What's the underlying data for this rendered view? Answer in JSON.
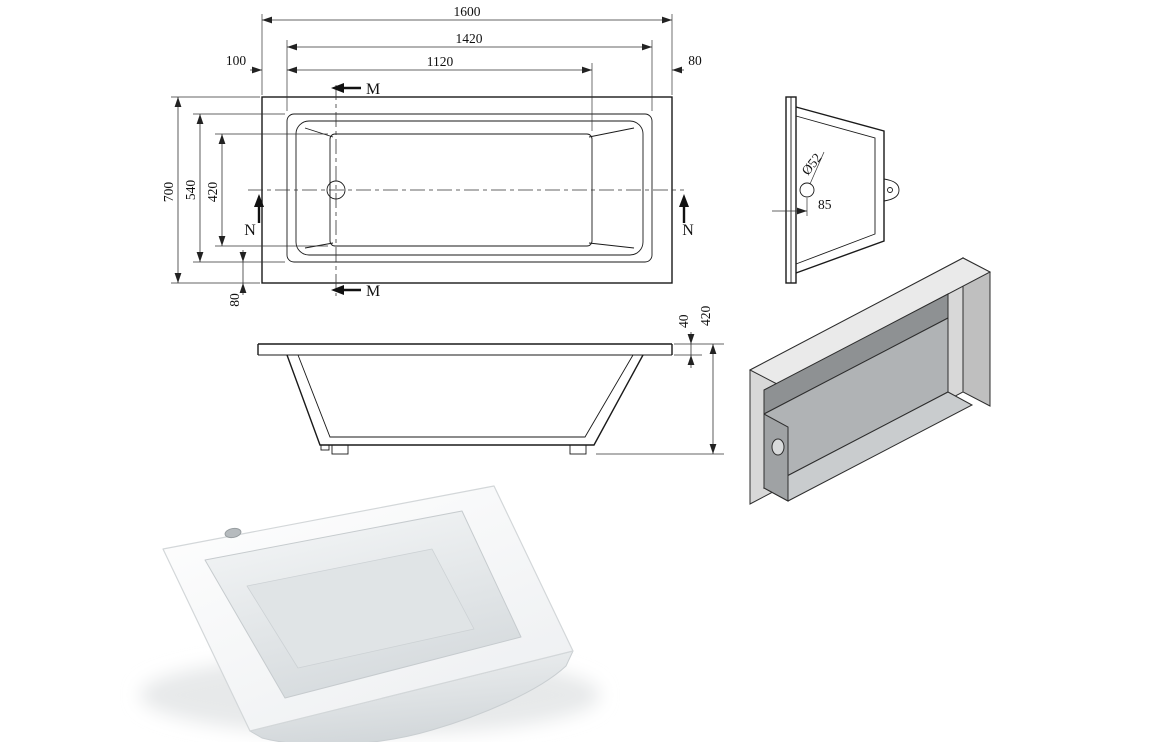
{
  "drawing": {
    "type": "bathtub-technical-drawing",
    "line_color": "#1a1a1a",
    "views": {
      "plan": {
        "dims": {
          "overall_length": "1600",
          "rim_length": "1420",
          "basin_length": "1120",
          "left_offset": "100",
          "right_offset": "80",
          "overall_width": "700",
          "rim_width": "540",
          "basin_width": "420",
          "bottom_offset": "80"
        },
        "sections": {
          "m": "M",
          "n": "N"
        }
      },
      "end": {
        "dims": {
          "drain_diameter": "Ø52",
          "drain_offset": "85"
        }
      },
      "side": {
        "dims": {
          "rim_height": "40",
          "overall_height": "420"
        }
      },
      "iso": {
        "fill_light": "#d8d8d8",
        "fill_mid": "#b0b3b5",
        "fill_dark": "#8e9193"
      }
    }
  }
}
